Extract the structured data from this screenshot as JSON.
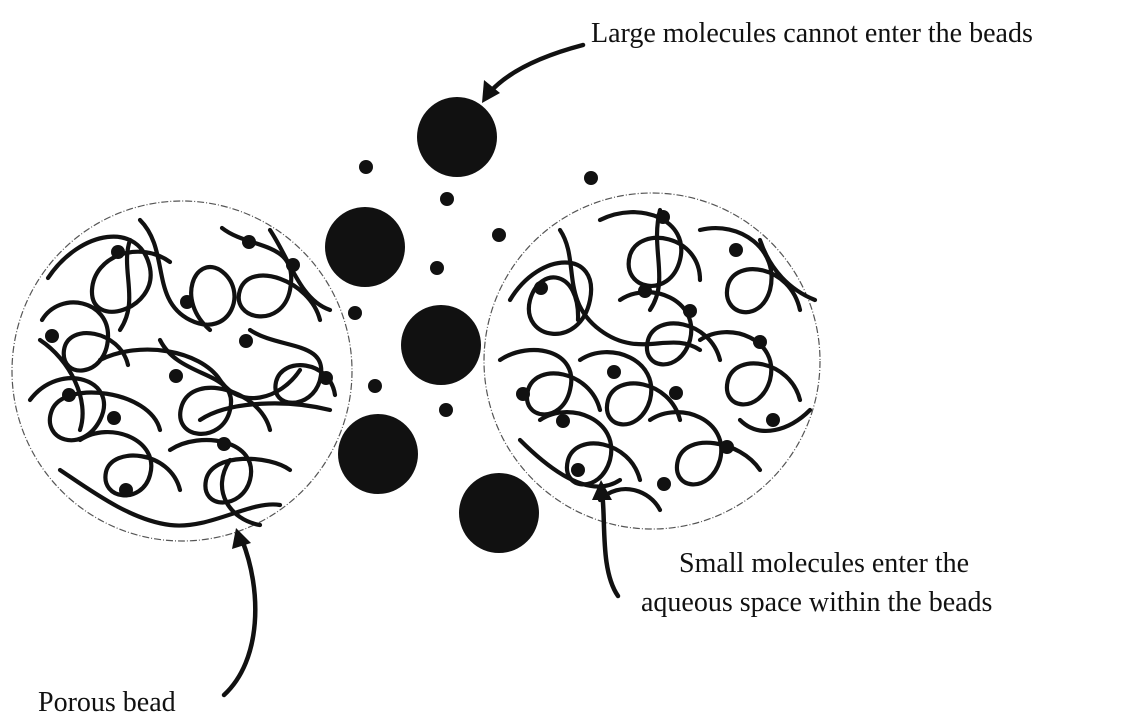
{
  "labels": {
    "large_molecules": "Large molecules cannot enter the beads",
    "small_molecules_line1": "Small molecules enter the",
    "small_molecules_line2": "aqueous space within the beads",
    "porous_bead": "Porous bead"
  }
}
